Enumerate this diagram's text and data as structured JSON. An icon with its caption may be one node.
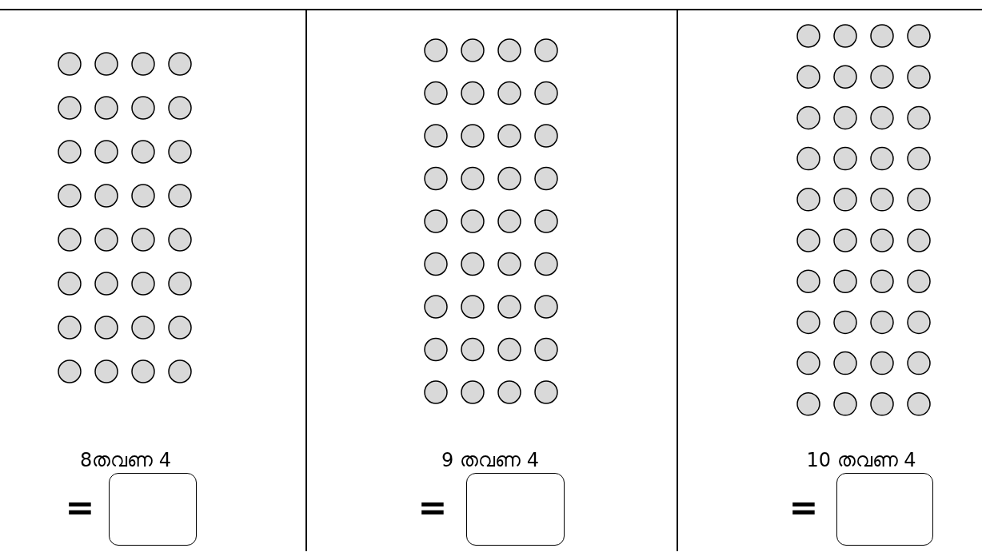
{
  "diagram": {
    "labels": [
      "8തവണ 4",
      "=",
      "9 തവണ 4",
      "=",
      "10 തവണ 4",
      "="
    ]
  }
}
